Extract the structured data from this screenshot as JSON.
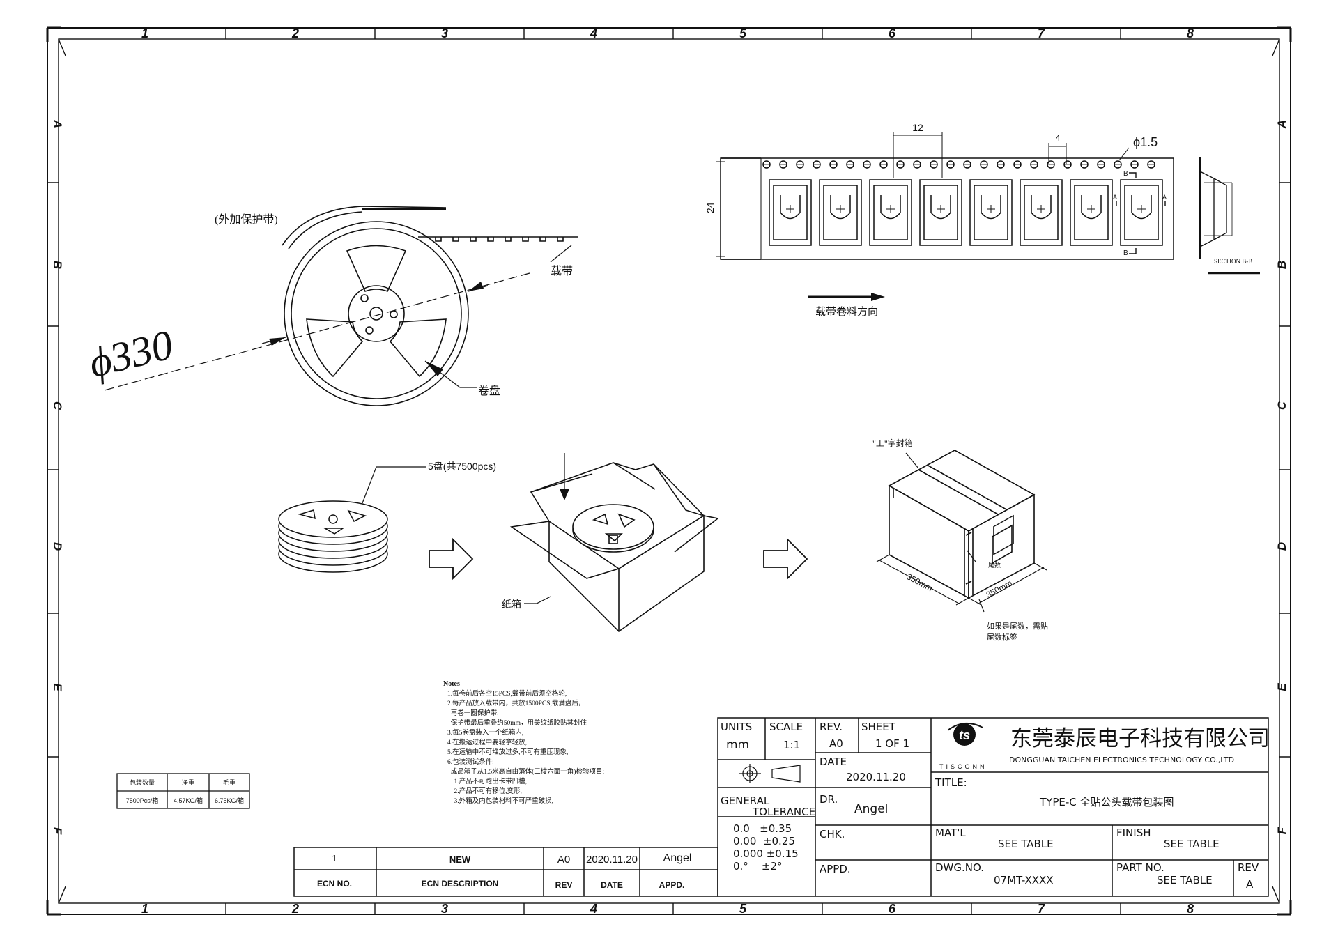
{
  "frame": {
    "columns": [
      "1",
      "2",
      "3",
      "4",
      "5",
      "6",
      "7",
      "8"
    ],
    "rows": [
      "A",
      "B",
      "C",
      "D",
      "E",
      "F"
    ]
  },
  "reel_view": {
    "diameter_label": "ϕ330",
    "protective_tape_label": "(外加保护带)",
    "carrier_tape_label": "载带",
    "reel_label": "卷盘"
  },
  "tape_view": {
    "pitch_label": "12",
    "hole_pitch_label": "4",
    "hole_diameter_label": "ϕ1.5",
    "width_label": "24",
    "section_marker": "B",
    "section_marker_a": "A",
    "section_label": "SECTION B-B",
    "direction_label": "载带卷料方向"
  },
  "packing": {
    "stack_label": "5盘(共7500pcs)",
    "carton_label": "纸箱",
    "tape_seal_label": "\"工\"字封箱",
    "tail_label": "尾数",
    "dim_a": "350mm",
    "dim_b": "350mm",
    "tail_note_1": "如果是尾数，需贴",
    "tail_note_2": "尾数标签"
  },
  "notes": {
    "title": "Notes",
    "lines": [
      "1.每卷前后各空15PCS,载带前后须空格轮,",
      "2.每产品放入载带内，共放1500PCS,载满盘后，",
      "  再卷一圈保护带,",
      "  保护带最后重叠约50mm，用美纹纸胶贴其封住",
      "3.每5卷盘装入一个纸箱内,",
      "4.在搬运过程中要轻拿轻放,",
      "5.在运输中不可堆放过多,不可有重压现象,",
      "6.包装测试条件:",
      "  成品箱子从1.5米高自由落体(三棱六面一角)检验项目:",
      "    1.产品不可跑出卡带凹槽,",
      "    2.产品不可有移位,变形,",
      "    3.外箱及内包装材料不可严重破损,"
    ]
  },
  "weight_table": {
    "headers": [
      "包装数量",
      "净重",
      "毛重"
    ],
    "row": [
      "7500Pcs/箱",
      "4.57KG/箱",
      "6.75KG/箱"
    ]
  },
  "revision_table": {
    "row": [
      "1",
      "NEW",
      "A0",
      "2020.11.20",
      "Angel"
    ],
    "headers": [
      "ECN NO.",
      "ECN DESCRIPTION",
      "REV",
      "DATE",
      "APPD."
    ]
  },
  "title_block": {
    "units_label": "UNITS",
    "units_value": "mm",
    "scale_label": "SCALE",
    "scale_value": "1:1",
    "rev_label": "REV.",
    "rev_value": "A0",
    "sheet_label": "SHEET",
    "sheet_value": "1 OF 1",
    "date_label": "DATE",
    "date_value": "2020.11.20",
    "general_label": "GENERAL",
    "tolerance_label": "TOLERANCE",
    "tolerances": [
      "0.0   ±0.35",
      "0.00  ±0.25",
      "0.000 ±0.15",
      "0.°    ±2°"
    ],
    "dr_label": "DR.",
    "dr_value": "Angel",
    "chk_label": "CHK.",
    "appd_label": "APPD.",
    "company_cn": "东莞泰辰电子科技有限公司",
    "company_en": "DONGGUAN TAICHEN ELECTRONICS TECHNOLOGY CO.,LTD",
    "logo_text": "TISCONN",
    "title_label": "TITLE:",
    "title_value": "TYPE-C 全贴公头载带包装图",
    "matl_label": "MAT'L",
    "matl_value": "SEE TABLE",
    "finish_label": "FINISH",
    "finish_value": "SEE TABLE",
    "dwg_label": "DWG.NO.",
    "dwg_value": "07MT-XXXX",
    "part_label": "PART NO.",
    "part_value": "SEE TABLE",
    "rev2_label": "REV",
    "rev2_value": "A"
  },
  "colors": {
    "line": "#111111",
    "paper": "#ffffff"
  }
}
